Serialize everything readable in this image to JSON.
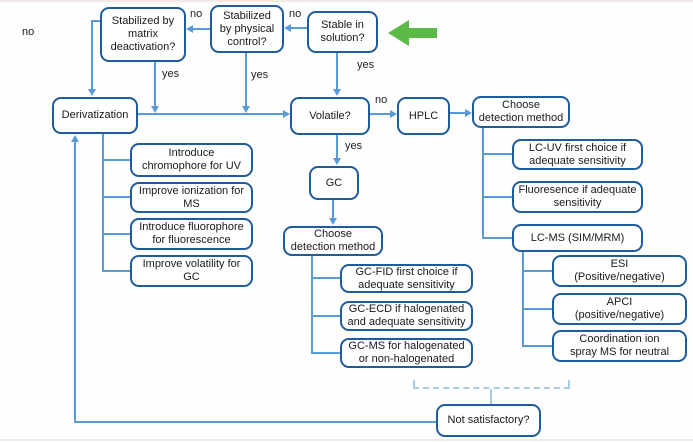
{
  "colors": {
    "box_border": "#1f5c9b",
    "connector": "#5b9bd5",
    "bracket": "#aacbe8",
    "green_arrow": "#5cb847",
    "text": "#1a1a1a"
  },
  "nodes": {
    "stabilized_matrix": "Stabilized by\nmatrix\ndeactivation?",
    "stabilized_physical": "Stabilized\nby physical\ncontrol?",
    "stable_solution": "Stable in\nsolution?",
    "derivatization": "Derivatization",
    "volatile": "Volatile?",
    "hplc": "HPLC",
    "choose_detection_lc": "Choose\ndetection method",
    "gc": "GC",
    "choose_detection_gc": "Choose\ndetection method",
    "introduce_chromophore": "Introduce\nchromophore for UV",
    "improve_ionization": "Improve ionization for\nMS",
    "introduce_fluorophore": "Introduce fluorophore\nfor fluorescence",
    "improve_volatility": "Improve volatility for\nGC",
    "gc_fid": "GC-FID first choice if\nadequate sensitivity",
    "gc_ecd": "GC-ECD if halogenated\nand adequate sensitivity",
    "gc_ms": "GC-MS for halogenated\nor non-halogenated",
    "lc_uv": "LC-UV first choice if\nadequate sensitivity",
    "fluorescence": "Fluoresence if adequate\nsensitivity",
    "lc_ms": "LC-MS (SIM/MRM)",
    "esi": "ESI\n(Positive/negative)",
    "apci": "APCI\n(positive/negative)",
    "coordination": "Coordination ion\nspray MS for neutral",
    "not_satisfactory": "Not satisfactory?"
  },
  "edge_labels": {
    "no_matrix": "no",
    "no_physical": "no",
    "no_stable": "no",
    "no_volatile": "no",
    "yes_matrix": "yes",
    "yes_physical": "yes",
    "yes_stable": "yes",
    "yes_volatile": "yes"
  }
}
